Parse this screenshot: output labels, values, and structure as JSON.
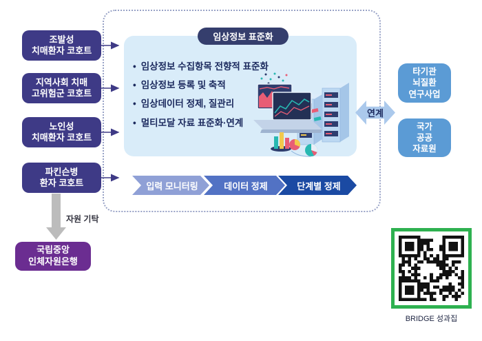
{
  "colors": {
    "cohort-box": "#3e3a86",
    "title-pill": "#353e6d",
    "panel-bg": "#d9ecf9",
    "bullet-text": "#1c2a5e",
    "chevron-1": "#8fa0d6",
    "chevron-2": "#5272c4",
    "chevron-3": "#1b4aa3",
    "link-arrow": "#abc9ec",
    "external-box": "#5b9bd5",
    "biobank-box": "#6b2d91",
    "deposit-arrow": "#bcbcbc",
    "dashed-border": "#98a2c6",
    "connector": "#3e3a86",
    "qr-green": "#2eb150"
  },
  "cohorts": [
    {
      "label": "조발성\n치매환자 코호트"
    },
    {
      "label": "지역사회 치매\n고위험군 코호트"
    },
    {
      "label": "노인성\n치매환자 코호트"
    },
    {
      "label": "파킨슨병\n환자 코호트"
    }
  ],
  "panel": {
    "title": "임상정보 표준화",
    "bullets": [
      "임상정보 수집항목 전향적 표준화",
      "임상정보 등록 및 축적",
      "임상데이터 정제, 질관리",
      "멀티모달 자료 표준화·연계"
    ]
  },
  "pipeline": [
    {
      "label": "입력 모니터링"
    },
    {
      "label": "데이터 정제"
    },
    {
      "label": "단계별 정제"
    }
  ],
  "link": {
    "label": "연계"
  },
  "external": [
    {
      "label": "타기관\n뇌질환\n연구사업"
    },
    {
      "label": "국가\n공공\n자료원"
    }
  ],
  "deposit": {
    "label": "자원 기탁"
  },
  "biobank": {
    "label": "국립중앙\n인체자원은행"
  },
  "qr": {
    "caption": "BRIDGE 성과집"
  }
}
